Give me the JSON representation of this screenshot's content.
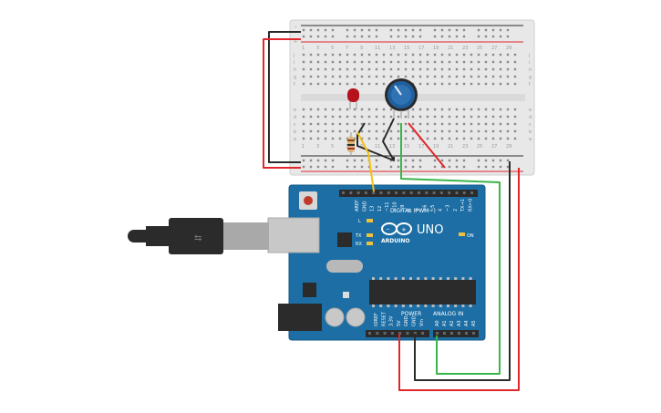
{
  "breadboard": {
    "row_labels_top": [
      "j",
      "i",
      "h",
      "g",
      "f"
    ],
    "row_labels_bottom": [
      "e",
      "d",
      "c",
      "b",
      "a"
    ],
    "column_numbers": [
      "1",
      "3",
      "5",
      "7",
      "9",
      "11",
      "13",
      "15",
      "17",
      "19",
      "21",
      "23",
      "25",
      "27",
      "29"
    ],
    "rail_plus": "+",
    "rail_minus": "−"
  },
  "arduino": {
    "brand_logo_text": "ARDUINO",
    "model": "UNO",
    "digital_header_label": "DIGITAL (PWM~)",
    "power_header_label": "POWER",
    "analog_header_label": "ANALOG IN",
    "led_labels": [
      "L",
      "TX",
      "RX"
    ],
    "on_label": "ON",
    "top_pin_labels": [
      "AREF",
      "GND",
      "13",
      "12",
      "~11",
      "~10",
      "~9",
      "8",
      "7",
      "~6",
      "~5",
      "4",
      "~3",
      "2",
      "TX→1",
      "RX←0"
    ],
    "power_pin_labels": [
      "IOREF",
      "RESET",
      "3.3V",
      "5V",
      "GND",
      "GND",
      "Vin"
    ],
    "analog_pin_labels": [
      "A0",
      "A1",
      "A2",
      "A3",
      "A4",
      "A5"
    ]
  },
  "components": {
    "led_color": "#b5121b",
    "potentiometer_color": "#1f5f9c",
    "resistor_color": "#d9b77a",
    "board_color": "#1c6ea4",
    "usb_cable_color": "#2b2b2b"
  },
  "wires": {
    "red": "#e0262b",
    "black": "#2b2b2b",
    "green": "#3bb54a",
    "yellow": "#f2c014"
  }
}
